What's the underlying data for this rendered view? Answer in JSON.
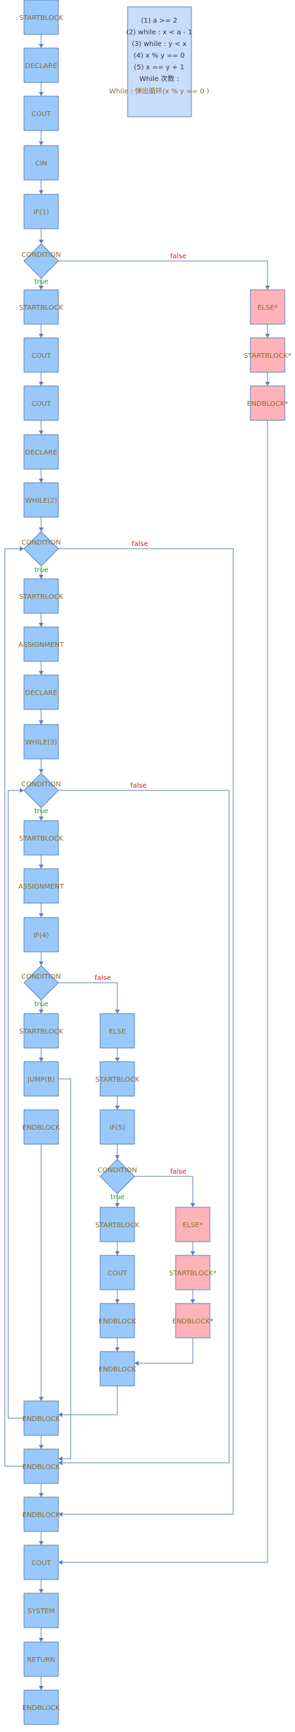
{
  "note_lines": [
    "(1) a >= 2",
    "(2) while : x < a - 1",
    "(3) while : y < x",
    "(4) x % y == 0",
    "(5) x == y + 1",
    "While 次数 :",
    "While : 弹出循环(x % y == 0 )"
  ],
  "nodes": [
    {
      "id": "n1",
      "text": "STARTBLOCK",
      "shape": "box"
    },
    {
      "id": "n2",
      "text": "DECLARE",
      "shape": "box"
    },
    {
      "id": "n3",
      "text": "COUT",
      "shape": "box"
    },
    {
      "id": "n4",
      "text": "CIN",
      "shape": "box"
    },
    {
      "id": "n5",
      "text": "IF(1)",
      "shape": "box"
    },
    {
      "id": "c1",
      "text": "CONDITION",
      "shape": "diamond"
    },
    {
      "id": "n6",
      "text": "STARTBLOCK",
      "shape": "box"
    },
    {
      "id": "n7",
      "text": "COUT",
      "shape": "box"
    },
    {
      "id": "n8",
      "text": "COUT",
      "shape": "box"
    },
    {
      "id": "n9",
      "text": "DECLARE",
      "shape": "box"
    },
    {
      "id": "n10",
      "text": "WHILE(2)",
      "shape": "box"
    },
    {
      "id": "c2",
      "text": "CONDITION",
      "shape": "diamond"
    },
    {
      "id": "n11",
      "text": "STARTBLOCK",
      "shape": "box"
    },
    {
      "id": "n12",
      "text": "ASSIGNMENT",
      "shape": "box"
    },
    {
      "id": "n13",
      "text": "DECLARE",
      "shape": "box"
    },
    {
      "id": "n14",
      "text": "WHILE(3)",
      "shape": "box"
    },
    {
      "id": "c3",
      "text": "CONDITION",
      "shape": "diamond"
    },
    {
      "id": "n15",
      "text": "STARTBLOCK",
      "shape": "box"
    },
    {
      "id": "n16",
      "text": "ASSIGNMENT",
      "shape": "box"
    },
    {
      "id": "n17",
      "text": "IF(4)",
      "shape": "box"
    },
    {
      "id": "c4",
      "text": "CONDITION",
      "shape": "diamond"
    },
    {
      "id": "n18",
      "text": "STARTBLOCK",
      "shape": "box"
    },
    {
      "id": "n19",
      "text": "JUMP(B)",
      "shape": "box"
    },
    {
      "id": "n20",
      "text": "ENDBLOCK",
      "shape": "box"
    },
    {
      "id": "n21",
      "text": "ELSE",
      "shape": "box"
    },
    {
      "id": "n22",
      "text": "STARTBLOCK",
      "shape": "box"
    },
    {
      "id": "n23",
      "text": "IF(5)",
      "shape": "box"
    },
    {
      "id": "c5",
      "text": "CONDITION",
      "shape": "diamond"
    },
    {
      "id": "n24",
      "text": "STARTBLOCK",
      "shape": "box"
    },
    {
      "id": "n25",
      "text": "COUT",
      "shape": "box"
    },
    {
      "id": "n26",
      "text": "ENDBLOCK",
      "shape": "box"
    },
    {
      "id": "n27",
      "text": "ENDBLOCK",
      "shape": "box"
    },
    {
      "id": "n28",
      "text": "ELSE*",
      "shape": "pink"
    },
    {
      "id": "n29",
      "text": "STARTBLOCK*",
      "shape": "pink"
    },
    {
      "id": "n30",
      "text": "ENDBLOCK*",
      "shape": "pink"
    },
    {
      "id": "n31",
      "text": "ENDBLOCK",
      "shape": "box"
    },
    {
      "id": "n32",
      "text": "ENDBLOCK",
      "shape": "box"
    },
    {
      "id": "n33",
      "text": "ENDBLOCK",
      "shape": "box"
    },
    {
      "id": "n34",
      "text": "COUT",
      "shape": "box"
    },
    {
      "id": "n35",
      "text": "SYSTEM",
      "shape": "box"
    },
    {
      "id": "n36",
      "text": "RETURN",
      "shape": "box"
    },
    {
      "id": "n37",
      "text": "ENDBLOCK",
      "shape": "box"
    },
    {
      "id": "n38",
      "text": "ELSE*",
      "shape": "pink"
    },
    {
      "id": "n39",
      "text": "STARTBLOCK*",
      "shape": "pink"
    },
    {
      "id": "n40",
      "text": "ENDBLOCK*",
      "shape": "pink"
    }
  ],
  "edge_labels": {
    "true": "true",
    "false": "false"
  }
}
